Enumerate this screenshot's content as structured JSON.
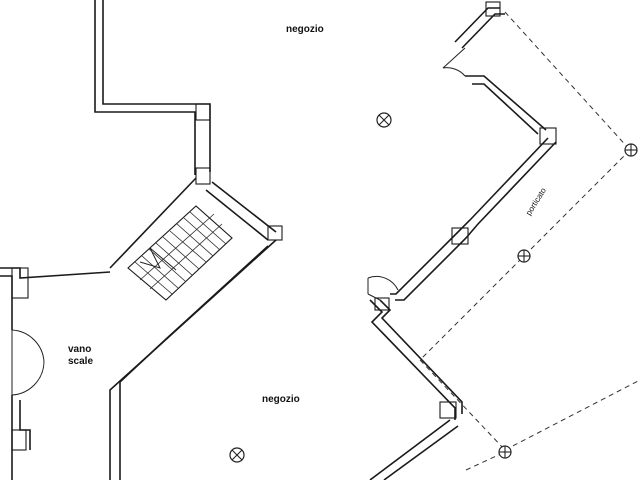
{
  "labels": {
    "shop_top": "negozio",
    "shop_bottom": "negozio",
    "stair_line1": "vano",
    "stair_line2": "scale",
    "portico": "porticato"
  },
  "symbols": {
    "ceiling_light": "ceiling-light-icon",
    "column": "column-post-icon"
  },
  "colors": {
    "ink": "#1a1a1a",
    "paper": "#ffffff"
  }
}
